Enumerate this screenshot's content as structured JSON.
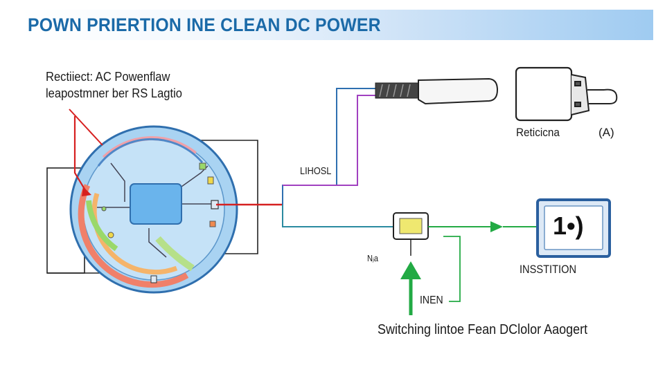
{
  "title": "POWN PRIERTION INE CLEAN DC POWER",
  "labels": {
    "top_left_line1": "Rectiiect: AC Powenflaw",
    "top_left_line2": "leapostmner ber RS Lagtio",
    "wire_label": "LIHOSL",
    "rectifier_label": "Reticicna",
    "rectifier_unit": "(A)",
    "small_label": "Nⱼa",
    "inverter_label": "INEN",
    "display_label": "INSSTITION",
    "display_value": "1•)",
    "bottom_caption": "Switching lintoe Fean DClolor Aaogert"
  },
  "colors": {
    "title_text": "#1b6aa8",
    "circle_fill": "#a9d3f2",
    "circle_stroke": "#2f6fae",
    "chip_fill": "#6ab4ec",
    "red_wire": "#d62020",
    "blue_wire": "#2e6fb0",
    "purple_wire": "#a040c0",
    "teal_wire": "#2a8aa0",
    "green_wire": "#22aa44",
    "display_border": "#2a5f9e",
    "display_bg": "#dde9f6",
    "chip_small_fill": "#efe870"
  },
  "icons": [
    "arrow-right-icon",
    "arrow-up-icon",
    "plug-icon",
    "connector-icon"
  ]
}
